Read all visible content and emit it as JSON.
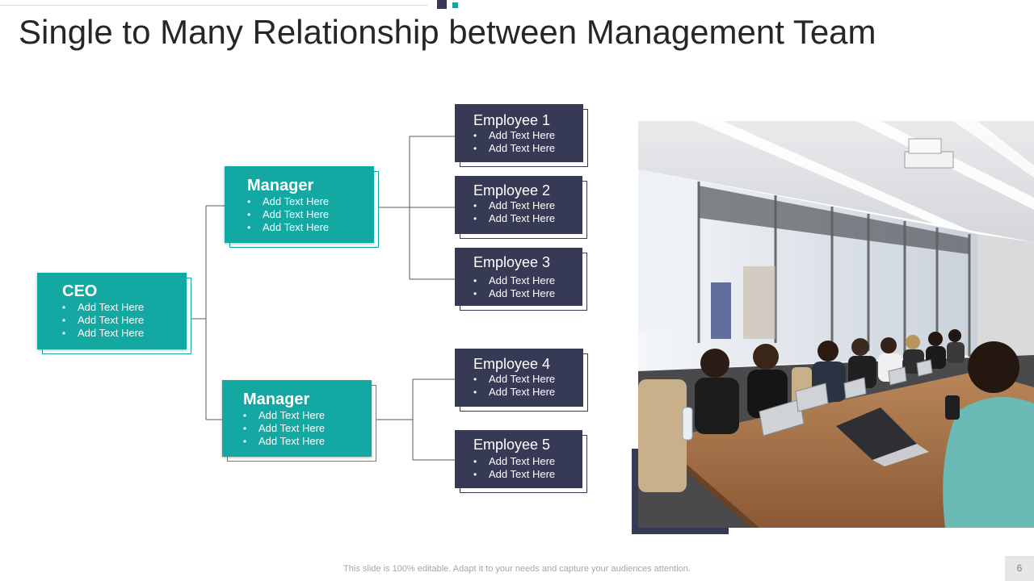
{
  "slide": {
    "title": "Single to Many Relationship between Management Team",
    "footer": "This slide is 100% editable. Adapt it to your needs and capture your audiences attention.",
    "page_number": "6"
  },
  "colors": {
    "teal": "#14a8a3",
    "navy": "#363a55"
  },
  "ceo": {
    "title": "CEO",
    "bullets": [
      "Add Text Here",
      "Add Text Here",
      "Add Text Here"
    ]
  },
  "managers": [
    {
      "title": "Manager",
      "bullets": [
        "Add Text Here",
        "Add Text Here",
        "Add Text Here"
      ]
    },
    {
      "title": "Manager",
      "bullets": [
        "Add Text Here",
        "Add Text Here",
        "Add Text Here"
      ]
    }
  ],
  "employees": [
    {
      "title": "Employee 1",
      "bullets": [
        "Add Text Here",
        "Add Text Here"
      ]
    },
    {
      "title": "Employee 2",
      "bullets": [
        "Add Text Here",
        "Add Text Here"
      ]
    },
    {
      "title": "Employee 3",
      "bullets": [
        "Add Text Here",
        "Add Text Here"
      ]
    },
    {
      "title": "Employee 4",
      "bullets": [
        "Add Text Here",
        "Add Text Here"
      ]
    },
    {
      "title": "Employee 5",
      "bullets": [
        "Add Text Here",
        "Add Text Here"
      ]
    }
  ],
  "photo": {
    "icon": "meeting-photo-icon"
  }
}
